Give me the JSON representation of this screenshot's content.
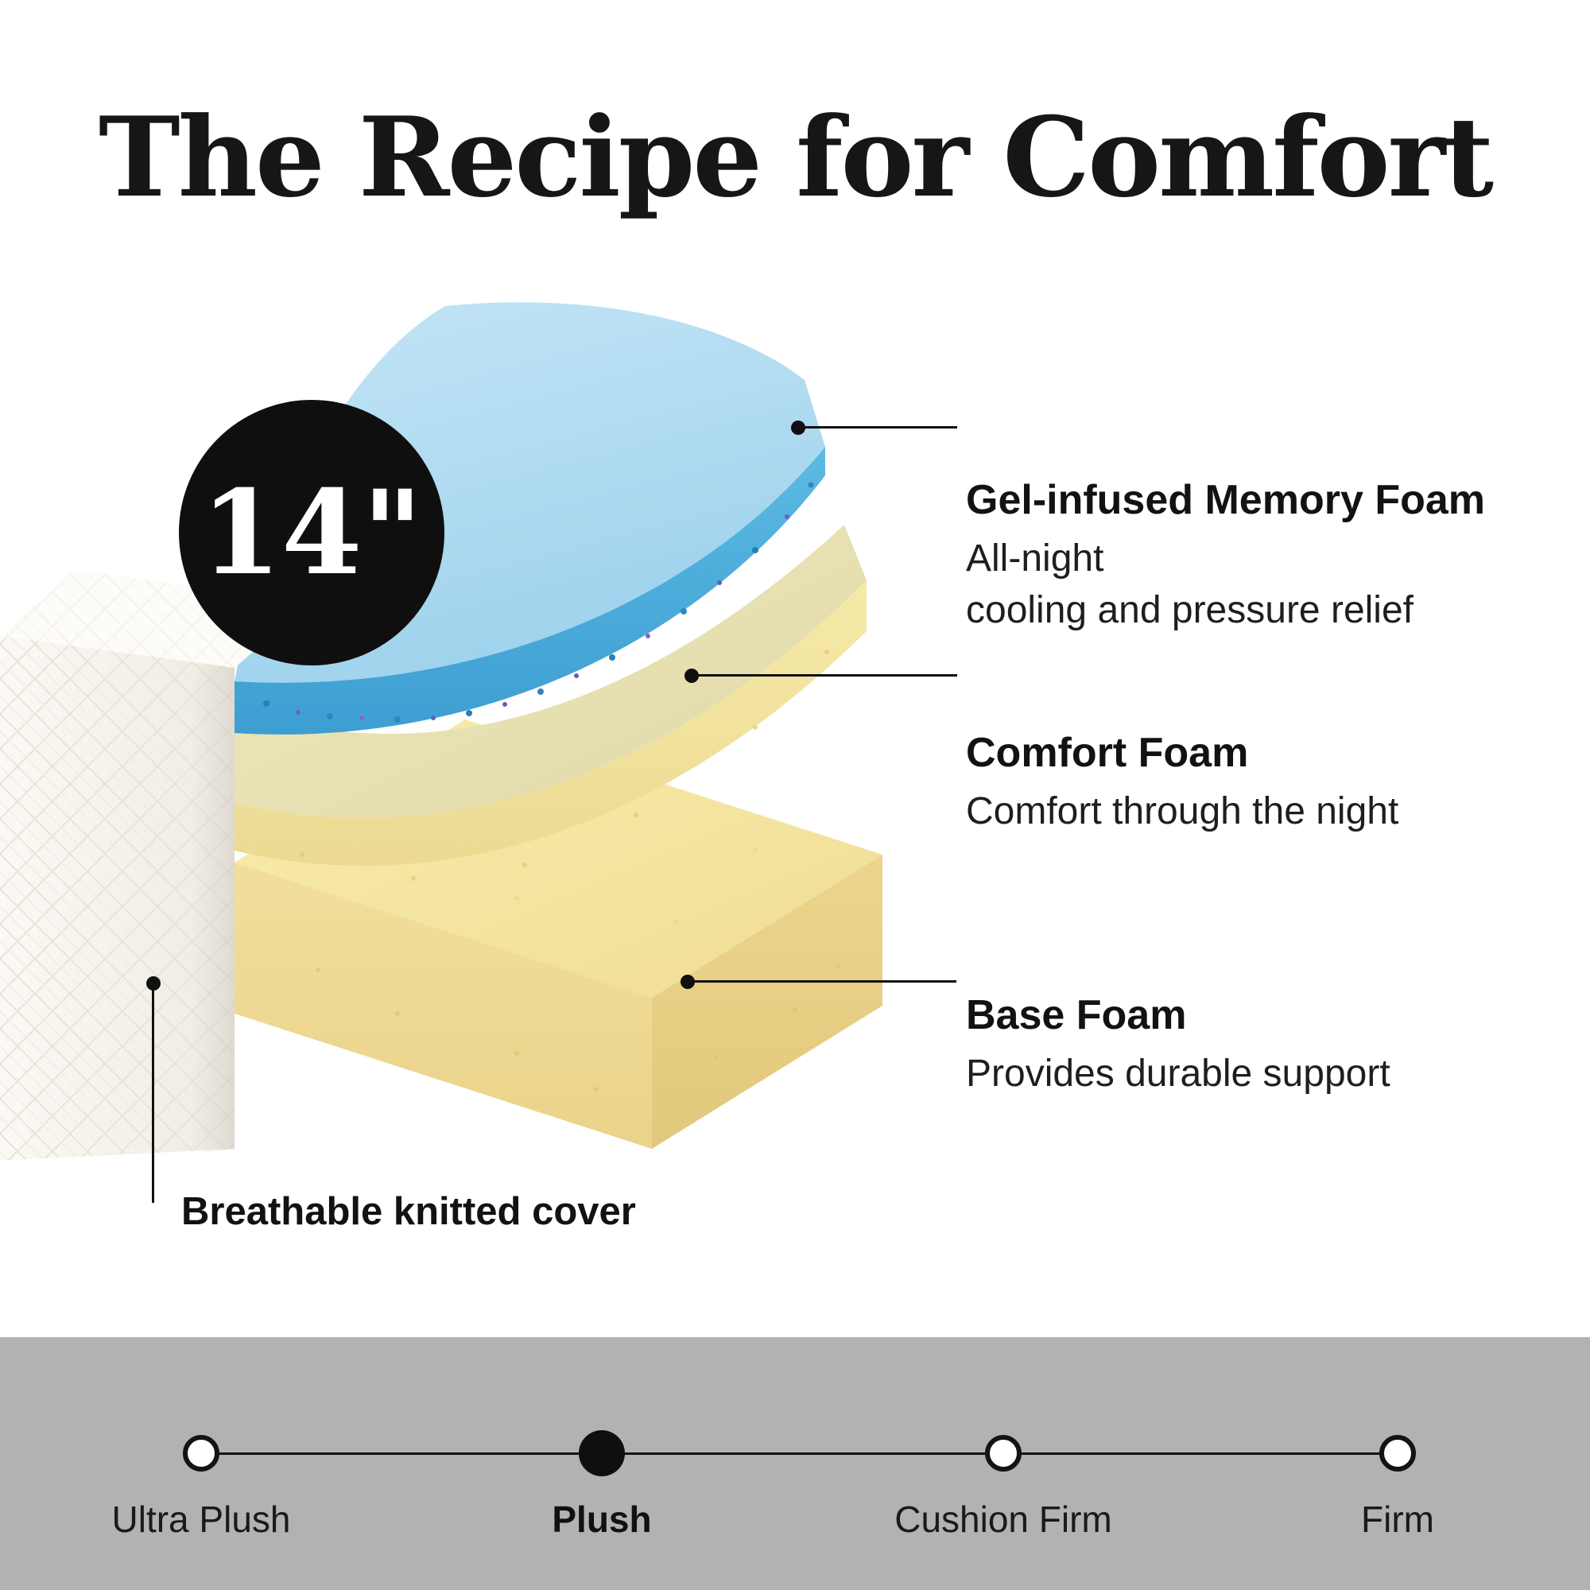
{
  "title": "The Recipe for Comfort",
  "badge": {
    "thickness_label": "14\""
  },
  "layers": [
    {
      "name": "Gel-infused Memory Foam",
      "desc": "All-night\ncooling and pressure relief"
    },
    {
      "name": "Comfort Foam",
      "desc": "Comfort through the night"
    },
    {
      "name": "Base Foam",
      "desc": "Provides durable support"
    }
  ],
  "cover": {
    "label": "Breathable knitted cover"
  },
  "firmness": {
    "selected": "Plush",
    "items": [
      {
        "label": "Ultra Plush",
        "selected": false
      },
      {
        "label": "Plush",
        "selected": true
      },
      {
        "label": "Cushion Firm",
        "selected": false
      },
      {
        "label": "Firm",
        "selected": false
      }
    ]
  },
  "colors": {
    "gel_foam_blue": "#aed9f0",
    "gel_edge_blue": "#49a9d8",
    "comfort_foam_cream": "#e9e2b4",
    "base_foam_yellow": "#f2e09c",
    "cover_white": "#f8f6f1",
    "badge_black": "#0f0f0f",
    "bar_gray": "#b3b1b2",
    "text_black": "#161616"
  },
  "markers": {
    "leader_dot": "filled-circle",
    "scale_point_open": "open-circle",
    "scale_point_selected": "filled-circle"
  }
}
